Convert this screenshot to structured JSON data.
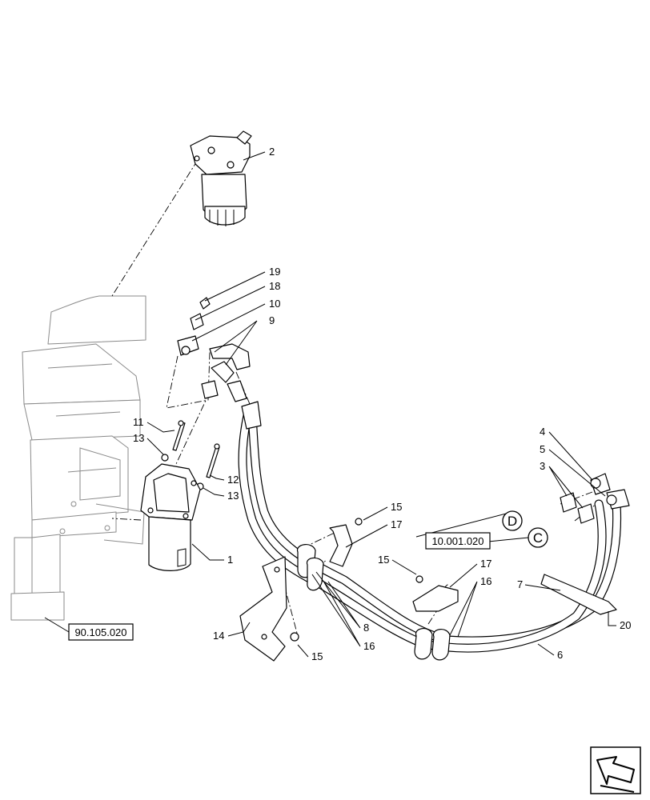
{
  "callouts": [
    {
      "id": "c19",
      "text": "19"
    },
    {
      "id": "c18",
      "text": "18"
    },
    {
      "id": "c10",
      "text": "10"
    },
    {
      "id": "c9",
      "text": "9"
    },
    {
      "id": "c2",
      "text": "2"
    },
    {
      "id": "c11",
      "text": "11"
    },
    {
      "id": "c13a",
      "text": "13"
    },
    {
      "id": "c12",
      "text": "12"
    },
    {
      "id": "c13b",
      "text": "13"
    },
    {
      "id": "c1",
      "text": "1"
    },
    {
      "id": "c4",
      "text": "4"
    },
    {
      "id": "c5",
      "text": "5"
    },
    {
      "id": "c3",
      "text": "3"
    },
    {
      "id": "c15a",
      "text": "15"
    },
    {
      "id": "c17a",
      "text": "17"
    },
    {
      "id": "c15b",
      "text": "15"
    },
    {
      "id": "c17b",
      "text": "17"
    },
    {
      "id": "c16a",
      "text": "16"
    },
    {
      "id": "c7",
      "text": "7"
    },
    {
      "id": "c20",
      "text": "20"
    },
    {
      "id": "c6",
      "text": "6"
    },
    {
      "id": "c8",
      "text": "8"
    },
    {
      "id": "c16b",
      "text": "16"
    },
    {
      "id": "c14",
      "text": "14"
    },
    {
      "id": "c15c",
      "text": "15"
    }
  ],
  "references": [
    {
      "id": "r1",
      "text": "10.001.020"
    },
    {
      "id": "r2",
      "text": "90.105.020"
    }
  ],
  "connectors": [
    {
      "id": "D",
      "text": "D"
    },
    {
      "id": "C",
      "text": "C"
    }
  ],
  "icons": {
    "nav": "page-navigation-arrow-icon"
  }
}
